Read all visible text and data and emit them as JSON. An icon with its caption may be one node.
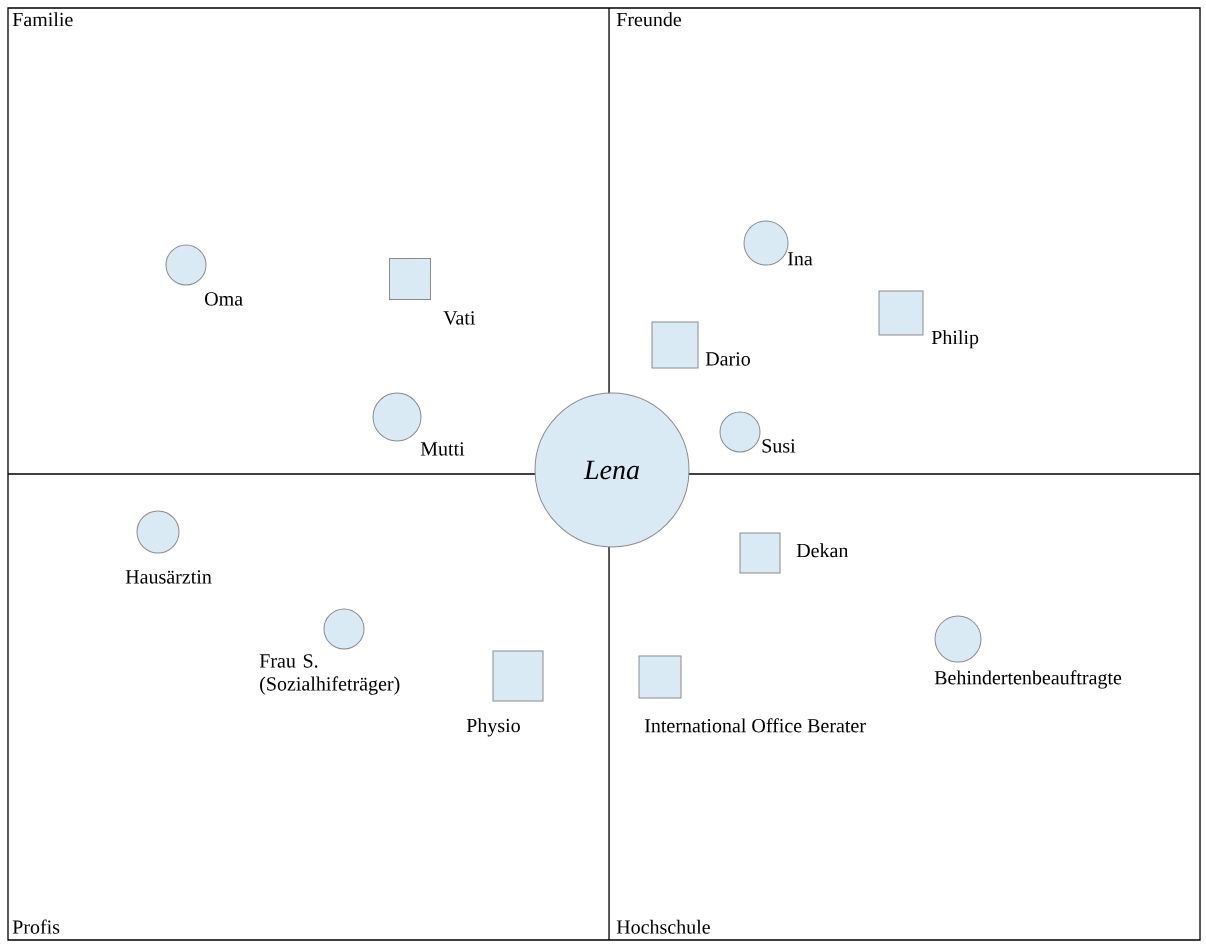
{
  "diagram": {
    "nodes": [
      {
        "text": [],
        "shape": "circle",
        "beside": [
          "Ina"
        ]
      },
      {
        "text": [],
        "shape": "circle",
        "beside": [
          "Oma"
        ]
      },
      {
        "text": [],
        "shape": "box",
        "beside": [
          "Vati"
        ]
      },
      {
        "text": [],
        "shape": "box",
        "beside": [
          "Philip"
        ]
      },
      {
        "text": [],
        "shape": "box",
        "beside": [
          "Dario"
        ]
      },
      {
        "text": [],
        "shape": "circle",
        "beside": [
          "Mutti"
        ]
      },
      {
        "text": [],
        "shape": "circle",
        "beside": [
          "Susi"
        ]
      },
      {
        "text": [
          "Lena"
        ]
      },
      {
        "text": [],
        "shape": "circle",
        "beside": [
          "Hausärztin"
        ]
      },
      {
        "text": [],
        "shape": "box",
        "beside": [
          "Dekan"
        ]
      },
      {
        "text": [],
        "shape": "circle",
        "beside": [
          "Frau S. (Sozialhifeträger)"
        ]
      },
      {
        "text": [],
        "shape": "circle",
        "beside": [
          "Behindertenbeauftragte"
        ]
      },
      {
        "text": [],
        "shape": "box",
        "beside": [
          "Physio"
        ]
      },
      {
        "text": [],
        "shape": "box",
        "beside": [
          "International Office Berater"
        ]
      }
    ],
    "labels": [
      "Familie",
      "Freunde",
      "Profis",
      "Hochschule"
    ]
  }
}
